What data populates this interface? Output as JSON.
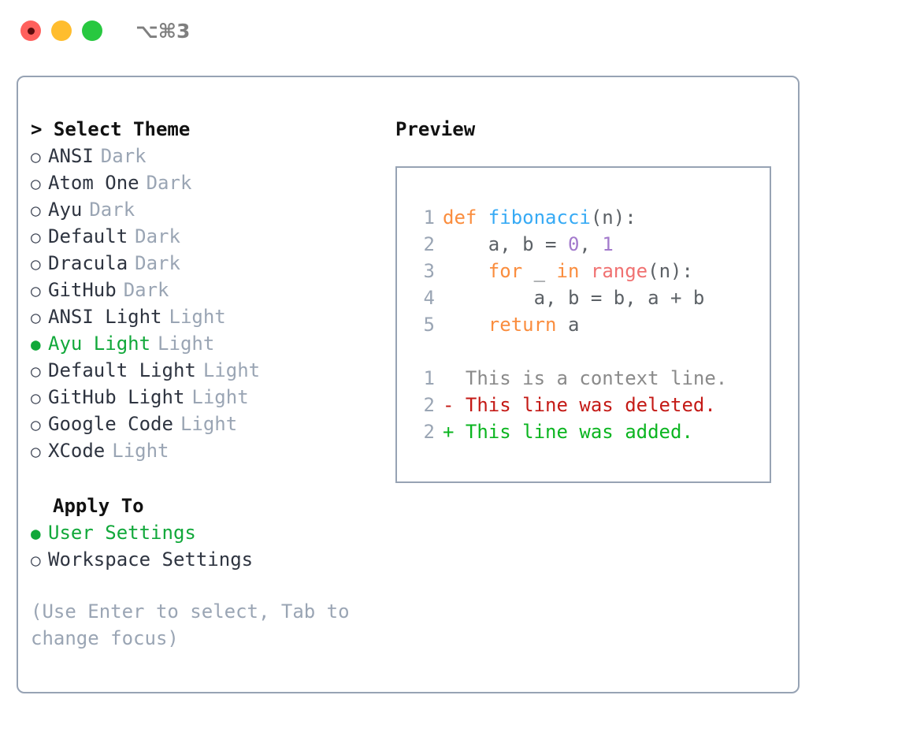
{
  "titlebar": {
    "shortcut": "⌥⌘3",
    "buttons": [
      {
        "name": "close",
        "color": "#ff605c"
      },
      {
        "name": "minimize",
        "color": "#ffbd2e"
      },
      {
        "name": "maximize",
        "color": "#28c840"
      }
    ]
  },
  "theme_picker": {
    "caret": ">",
    "title": "Select Theme",
    "bullet_off": "○",
    "bullet_on": "●",
    "options": [
      {
        "label": "ANSI",
        "kind": "Dark",
        "selected": false
      },
      {
        "label": "Atom One",
        "kind": "Dark",
        "selected": false
      },
      {
        "label": "Ayu",
        "kind": "Dark",
        "selected": false
      },
      {
        "label": "Default",
        "kind": "Dark",
        "selected": false
      },
      {
        "label": "Dracula",
        "kind": "Dark",
        "selected": false
      },
      {
        "label": "GitHub",
        "kind": "Dark",
        "selected": false
      },
      {
        "label": "ANSI Light",
        "kind": "Light",
        "selected": false
      },
      {
        "label": "Ayu Light",
        "kind": "Light",
        "selected": true
      },
      {
        "label": "Default Light",
        "kind": "Light",
        "selected": false
      },
      {
        "label": "GitHub Light",
        "kind": "Light",
        "selected": false
      },
      {
        "label": "Google Code",
        "kind": "Light",
        "selected": false
      },
      {
        "label": "XCode",
        "kind": "Light",
        "selected": false
      }
    ]
  },
  "apply_to": {
    "title": "Apply To",
    "options": [
      {
        "label": "User Settings",
        "selected": true
      },
      {
        "label": "Workspace Settings",
        "selected": false
      }
    ]
  },
  "hint": "(Use Enter to select, Tab to change focus)",
  "preview": {
    "title": "Preview",
    "code_lines": [
      {
        "number": "1",
        "tokens": [
          {
            "text": "def ",
            "type": "kw"
          },
          {
            "text": "fibonacci",
            "type": "fn"
          },
          {
            "text": "(n):",
            "type": "punc"
          }
        ]
      },
      {
        "number": "2",
        "tokens": [
          {
            "text": "    a, b = ",
            "type": "plain"
          },
          {
            "text": "0",
            "type": "num"
          },
          {
            "text": ", ",
            "type": "plain"
          },
          {
            "text": "1",
            "type": "num"
          }
        ]
      },
      {
        "number": "3",
        "tokens": [
          {
            "text": "    ",
            "type": "plain"
          },
          {
            "text": "for",
            "type": "kw"
          },
          {
            "text": " _ ",
            "type": "plain"
          },
          {
            "text": "in",
            "type": "kw"
          },
          {
            "text": " ",
            "type": "plain"
          },
          {
            "text": "range",
            "type": "call"
          },
          {
            "text": "(n):",
            "type": "punc"
          }
        ]
      },
      {
        "number": "4",
        "tokens": [
          {
            "text": "        a, b = b, a + b",
            "type": "plain"
          }
        ]
      },
      {
        "number": "5",
        "tokens": [
          {
            "text": "    ",
            "type": "plain"
          },
          {
            "text": "return",
            "type": "kw"
          },
          {
            "text": " a",
            "type": "plain"
          }
        ]
      }
    ],
    "diff_lines": [
      {
        "number": "1",
        "marker": " ",
        "text": " This is a context line.",
        "type": "context"
      },
      {
        "number": "2",
        "marker": "-",
        "text": " This line was deleted.",
        "type": "deleted"
      },
      {
        "number": "2",
        "marker": "+",
        "text": " This line was added.",
        "type": "added"
      }
    ]
  },
  "colors": {
    "accent_green": "#11a83a",
    "muted": "#9aa5b4",
    "border": "#97a3b4",
    "keyword": "#fa8d3e",
    "function": "#36aaf5",
    "number": "#a37acc",
    "call": "#f07171",
    "diff_deleted": "#c41a16",
    "diff_added": "#0bb520",
    "diff_context": "#8a8a8a"
  }
}
